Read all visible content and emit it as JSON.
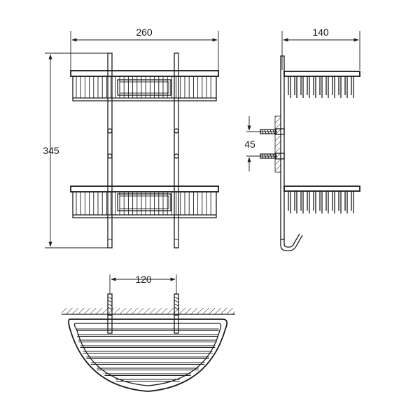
{
  "dimensions": {
    "front_width": "260",
    "front_height": "345",
    "side_depth": "140",
    "side_screw_spacing": "45",
    "top_mount_spacing": "120"
  },
  "views": [
    "front-view",
    "side-view",
    "top-view"
  ],
  "colors": {
    "line": "#1a1a1a",
    "background": "#ffffff"
  }
}
